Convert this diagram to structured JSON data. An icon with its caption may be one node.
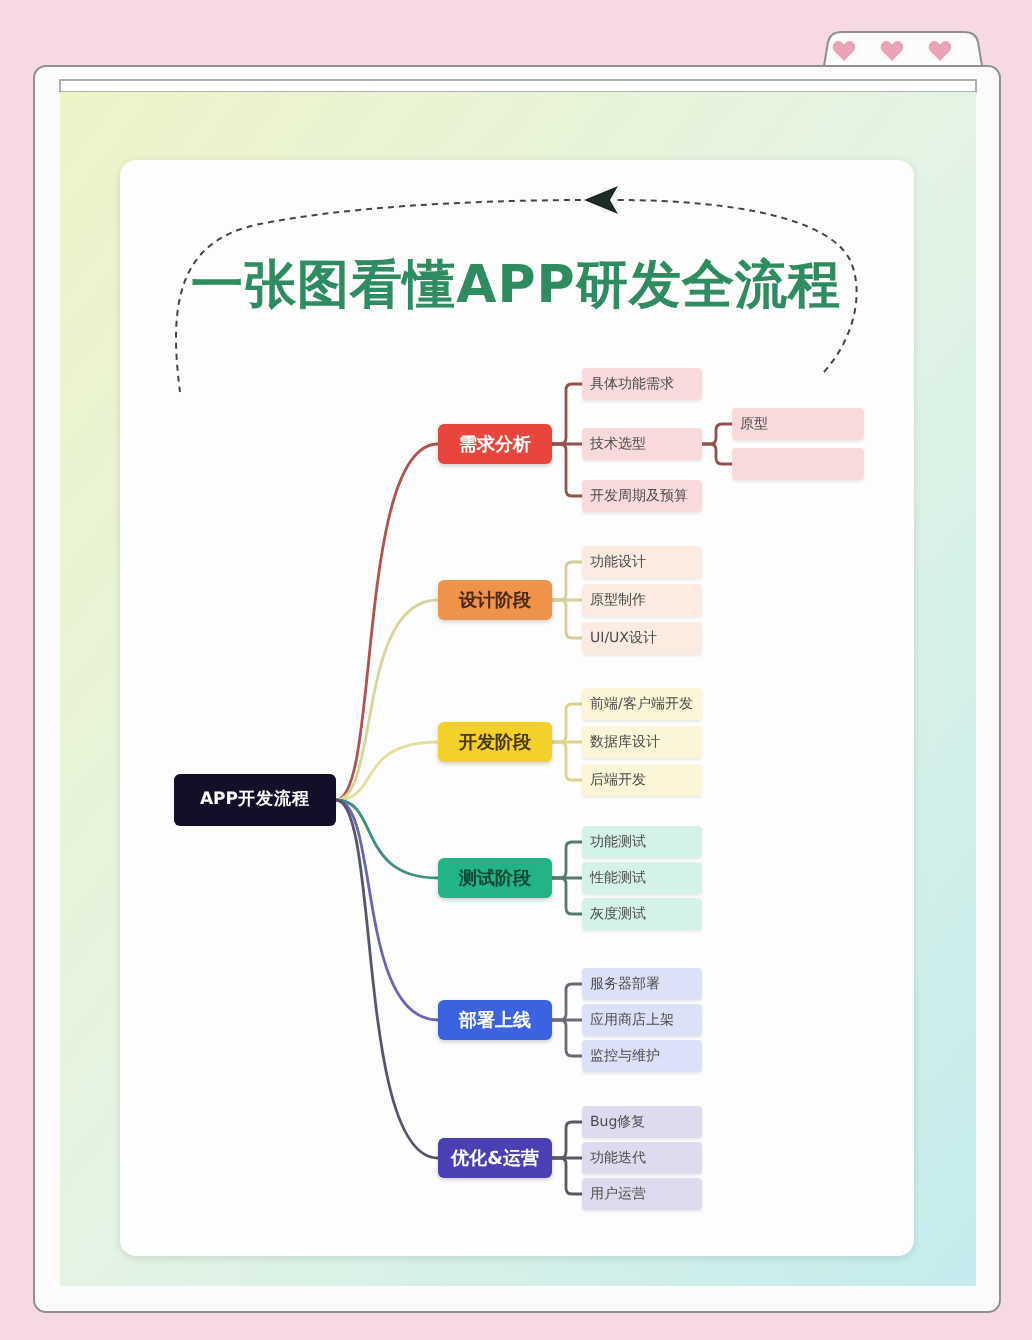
{
  "diagram": {
    "title": "一张图看懂APP研发全流程",
    "nodes": [
      {
        "text": [
          "APP开发流程"
        ]
      },
      {
        "text": [
          "需求分析"
        ]
      },
      {
        "text": [
          "具体功能需求"
        ]
      },
      {
        "text": [
          "技术选型"
        ]
      },
      {
        "text": [
          "原型"
        ]
      },
      {
        "text": [],
        "shape": "box"
      },
      {
        "text": [
          "开发周期及预算"
        ]
      },
      {
        "text": [
          "设计阶段"
        ]
      },
      {
        "text": [
          "功能设计"
        ]
      },
      {
        "text": [
          "原型制作"
        ]
      },
      {
        "text": [
          "UI/UX设计"
        ]
      },
      {
        "text": [
          "开发阶段"
        ]
      },
      {
        "text": [
          "前端/客户端开发"
        ]
      },
      {
        "text": [
          "数据库设计"
        ]
      },
      {
        "text": [
          "后端开发"
        ]
      },
      {
        "text": [
          "测试阶段"
        ]
      },
      {
        "text": [
          "功能测试"
        ]
      },
      {
        "text": [
          "性能测试"
        ]
      },
      {
        "text": [
          "灰度测试"
        ]
      },
      {
        "text": [
          "部署上线"
        ]
      },
      {
        "text": [
          "服务器部署"
        ]
      },
      {
        "text": [
          "应用商店上架"
        ]
      },
      {
        "text": [
          "监控与维护"
        ]
      },
      {
        "text": [
          "优化&运营"
        ]
      },
      {
        "text": [
          "Bug修复"
        ]
      },
      {
        "text": [
          "功能迭代"
        ]
      },
      {
        "text": [
          "用户运营"
        ]
      }
    ],
    "edges": [
      {
        "from": 0,
        "to": 1,
        "arrow": "none",
        "color": "#b0524e"
      },
      {
        "from": 0,
        "to": 7,
        "arrow": "none",
        "color": "#d8d59a"
      },
      {
        "from": 0,
        "to": 11,
        "arrow": "none",
        "color": "#e6df9c"
      },
      {
        "from": 0,
        "to": 15,
        "arrow": "none",
        "color": "#3d8f80"
      },
      {
        "from": 0,
        "to": 19,
        "arrow": "none",
        "color": "#6a66b4"
      },
      {
        "from": 0,
        "to": 23,
        "arrow": "none",
        "color": "#55566a"
      },
      {
        "from": 1,
        "to": 2,
        "arrow": "none",
        "color": "#94504c"
      },
      {
        "from": 1,
        "to": 3,
        "arrow": "none",
        "color": "#94504c"
      },
      {
        "from": 1,
        "to": 6,
        "arrow": "none",
        "color": "#94504c"
      },
      {
        "from": 3,
        "to": 4,
        "arrow": "none",
        "color": "#94504c"
      },
      {
        "from": 3,
        "to": 5,
        "arrow": "none",
        "color": "#94504c"
      },
      {
        "from": 7,
        "to": 8,
        "arrow": "none",
        "color": "#d6cf98"
      },
      {
        "from": 7,
        "to": 9,
        "arrow": "none",
        "color": "#d6cf98"
      },
      {
        "from": 7,
        "to": 10,
        "arrow": "none",
        "color": "#d6cf98"
      },
      {
        "from": 11,
        "to": 12,
        "arrow": "none",
        "color": "#ddd38a"
      },
      {
        "from": 11,
        "to": 13,
        "arrow": "none",
        "color": "#ddd38a"
      },
      {
        "from": 11,
        "to": 14,
        "arrow": "none",
        "color": "#ddd38a"
      },
      {
        "from": 15,
        "to": 16,
        "arrow": "none",
        "color": "#557a6e"
      },
      {
        "from": 15,
        "to": 17,
        "arrow": "none",
        "color": "#557a6e"
      },
      {
        "from": 15,
        "to": 18,
        "arrow": "none",
        "color": "#557a6e"
      },
      {
        "from": 19,
        "to": 20,
        "arrow": "none",
        "color": "#6b6b78"
      },
      {
        "from": 19,
        "to": 21,
        "arrow": "none",
        "color": "#6b6b78"
      },
      {
        "from": 19,
        "to": 22,
        "arrow": "none",
        "color": "#6b6b78"
      },
      {
        "from": 23,
        "to": 24,
        "arrow": "none",
        "color": "#5a5a66"
      },
      {
        "from": 23,
        "to": 25,
        "arrow": "none",
        "color": "#5a5a66"
      },
      {
        "from": 23,
        "to": 26,
        "arrow": "none",
        "color": "#5a5a66"
      }
    ]
  }
}
